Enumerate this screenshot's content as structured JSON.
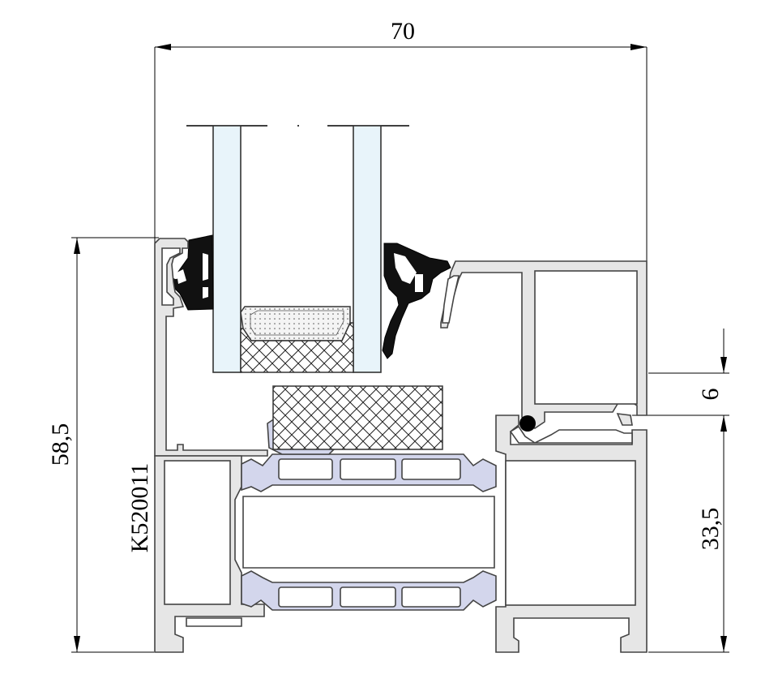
{
  "dimensions": {
    "width_top": "70",
    "height_left": "58,5",
    "right_upper": "6",
    "right_lower": "33,5"
  },
  "profile_code": "K520011",
  "colors": {
    "aluminium": "#e6e6e6",
    "thermal_break": "#d3d6ec",
    "glass": "#e8f4fa",
    "gasket": "#111111",
    "outline": "#444444"
  }
}
